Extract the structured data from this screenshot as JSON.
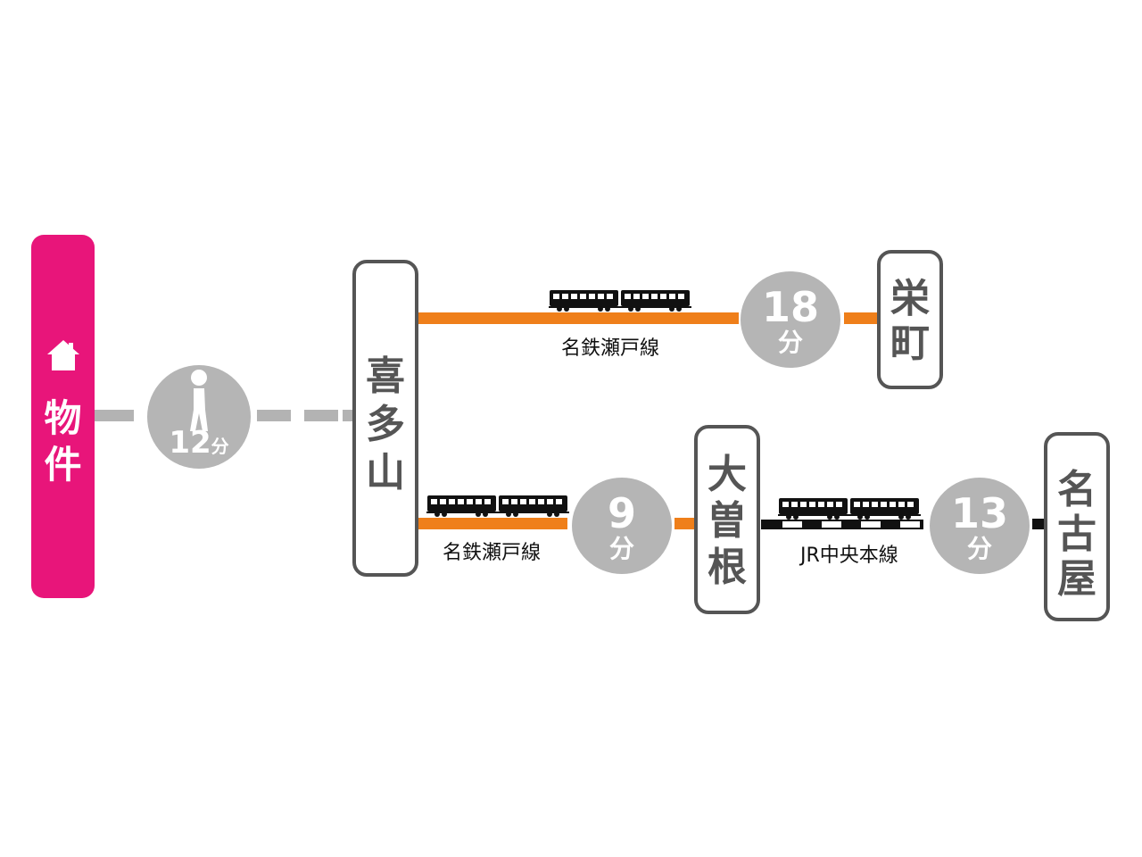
{
  "origin": {
    "label": "物件",
    "icon": "house-icon"
  },
  "walk": {
    "minutes": "12",
    "unit": "分",
    "icon": "walking-person-icon"
  },
  "stations": {
    "kitayama": "喜多山",
    "sakaemachi": "栄町",
    "ozone": "大曽根",
    "nagoya": "名古屋"
  },
  "routes": {
    "upper": {
      "line": "名鉄瀬戸線",
      "minutes": "18",
      "unit": "分"
    },
    "lower": {
      "line": "名鉄瀬戸線",
      "minutes": "9",
      "unit": "分"
    },
    "jr": {
      "line": "JR中央本線",
      "minutes": "13",
      "unit": "分"
    }
  },
  "colors": {
    "origin": "#e8157a",
    "meitetsu_line": "#ef7f1a",
    "jr_line": "#111111",
    "walk_line": "#b3b3b3",
    "time_circle": "#b5b5b5",
    "station_border": "#555555"
  }
}
